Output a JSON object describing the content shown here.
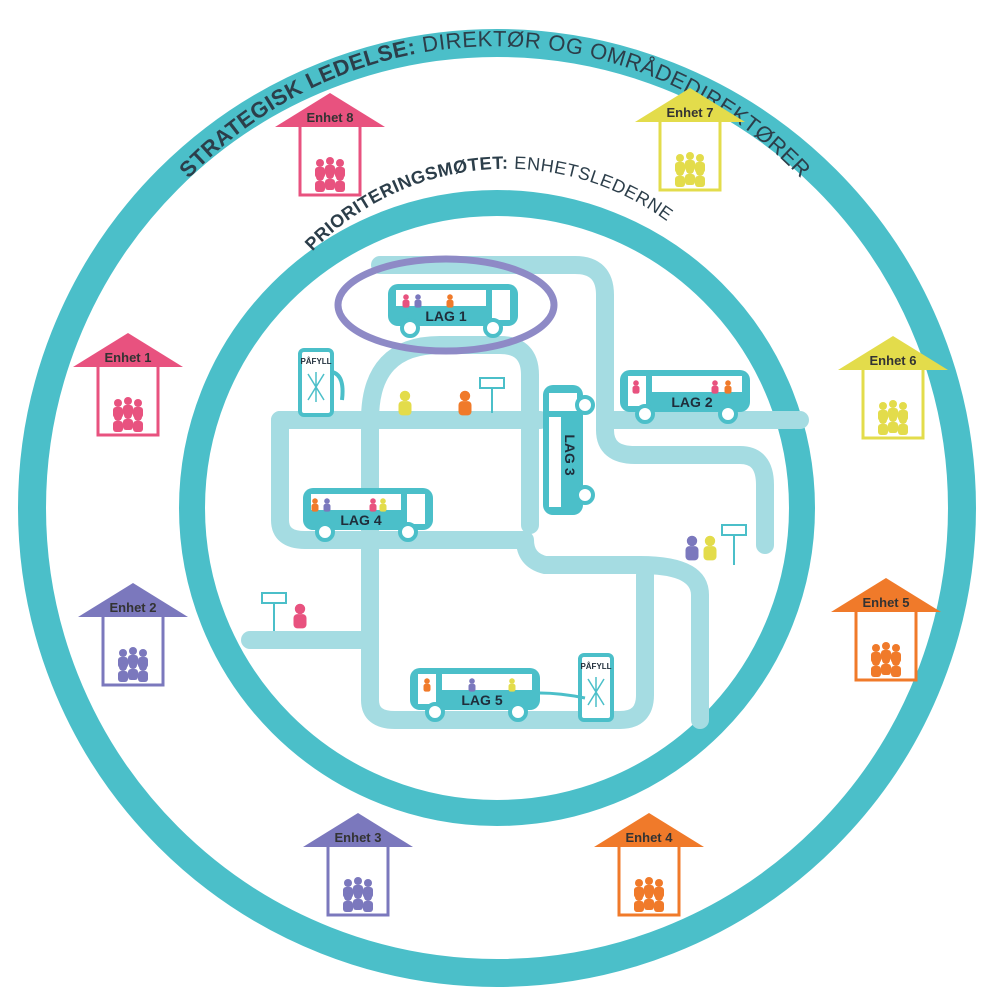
{
  "outer_ring": {
    "title_bold": "STRATEGISK LEDELSE:",
    "title_rest": " DIREKTØR OG OMRÅDEDIREKTØRER"
  },
  "inner_ring": {
    "title_bold": "PRIORITERINGSMØTET:",
    "title_rest": " ENHETSLEDERNE"
  },
  "units": [
    {
      "label": "Enhet 1",
      "color": "#e8527f"
    },
    {
      "label": "Enhet 2",
      "color": "#7b78bd"
    },
    {
      "label": "Enhet 3",
      "color": "#7b78bd"
    },
    {
      "label": "Enhet 4",
      "color": "#f07a2a"
    },
    {
      "label": "Enhet 5",
      "color": "#f07a2a"
    },
    {
      "label": "Enhet 6",
      "color": "#e3dc4b"
    },
    {
      "label": "Enhet 7",
      "color": "#e3dc4b"
    },
    {
      "label": "Enhet 8",
      "color": "#e8527f"
    }
  ],
  "teams": [
    {
      "label": "LAG 1",
      "highlighted": true
    },
    {
      "label": "LAG 2"
    },
    {
      "label": "LAG 3"
    },
    {
      "label": "LAG 4"
    },
    {
      "label": "LAG 5"
    }
  ],
  "fuel_stations": [
    {
      "label": "PÅFYLL"
    },
    {
      "label": "PÅFYLL"
    }
  ],
  "colors": {
    "ring": "#4bbfc9",
    "road": "#a5dce2",
    "bus": "#4bbfc9",
    "highlight": "#8e8ac6"
  }
}
